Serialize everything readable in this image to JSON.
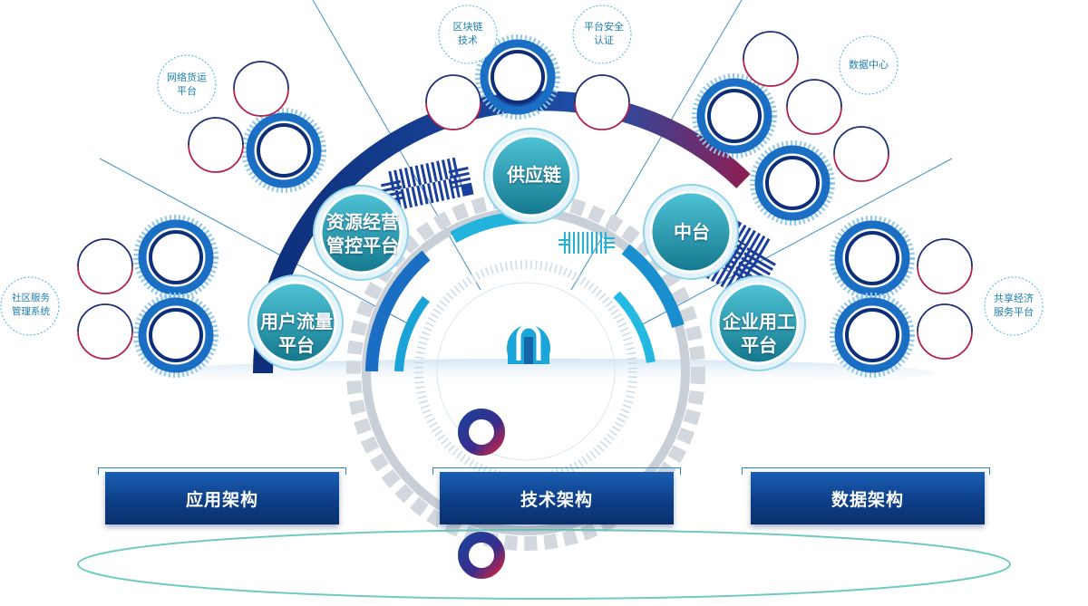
{
  "left_labels": [
    "网络货运\n平台",
    "社区服务\n管理系统"
  ],
  "top_labels": [
    "区块链\n技术",
    "平台安全\n认证"
  ],
  "right_labels": [
    "数据中心",
    "共享经济\n服务平台"
  ],
  "hubs": {
    "supply_chain": "供应链",
    "resource": "资源经营\n管控平台",
    "middle_platform": "中台",
    "user_traffic": "用户流量\n平台",
    "enterprise_work": "企业用工\n平台"
  },
  "bars": {
    "application": "应用架构",
    "technology": "技术架构",
    "data": "数据架构"
  },
  "colors": {
    "navy": "#0d3f88",
    "blue": "#1a6fc4",
    "cyan": "#1aa6d8",
    "teal": "#2ab6c4",
    "crimson": "#b0204a",
    "gear": "#cfd4da"
  }
}
